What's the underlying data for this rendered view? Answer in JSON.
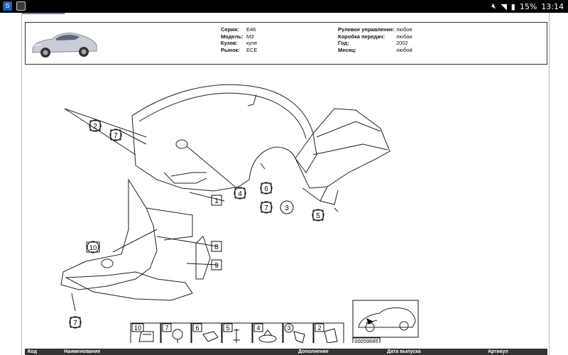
{
  "status_bar": {
    "battery": "15%",
    "time": "13:14",
    "icons": [
      "s-icon",
      "image-icon",
      "mute-icon",
      "wifi-icon",
      "battery-icon"
    ]
  },
  "vehicle": {
    "left_labels": [
      "Серия:",
      "Модель:",
      "Кузов:",
      "Рынок:"
    ],
    "left_values": [
      "E46",
      "M3",
      "купе",
      "ECE"
    ],
    "right_labels": [
      "Рулевое управление:",
      "Коробка передач:",
      "Год:",
      "Месяц:"
    ],
    "right_values": [
      "любое",
      "любая",
      "2002",
      "любой"
    ]
  },
  "diagram": {
    "callouts": [
      "2",
      "7",
      "4",
      "6",
      "7",
      "3",
      "5",
      "1",
      "10",
      "8",
      "9",
      "7"
    ],
    "legend": [
      "10",
      "7",
      "6",
      "5",
      "4",
      "3",
      "2"
    ],
    "image_code": "00059685"
  },
  "table": {
    "headers": [
      "Код",
      "Наименование",
      "Дополнение",
      "Дата выпуска",
      "Артикул"
    ]
  }
}
